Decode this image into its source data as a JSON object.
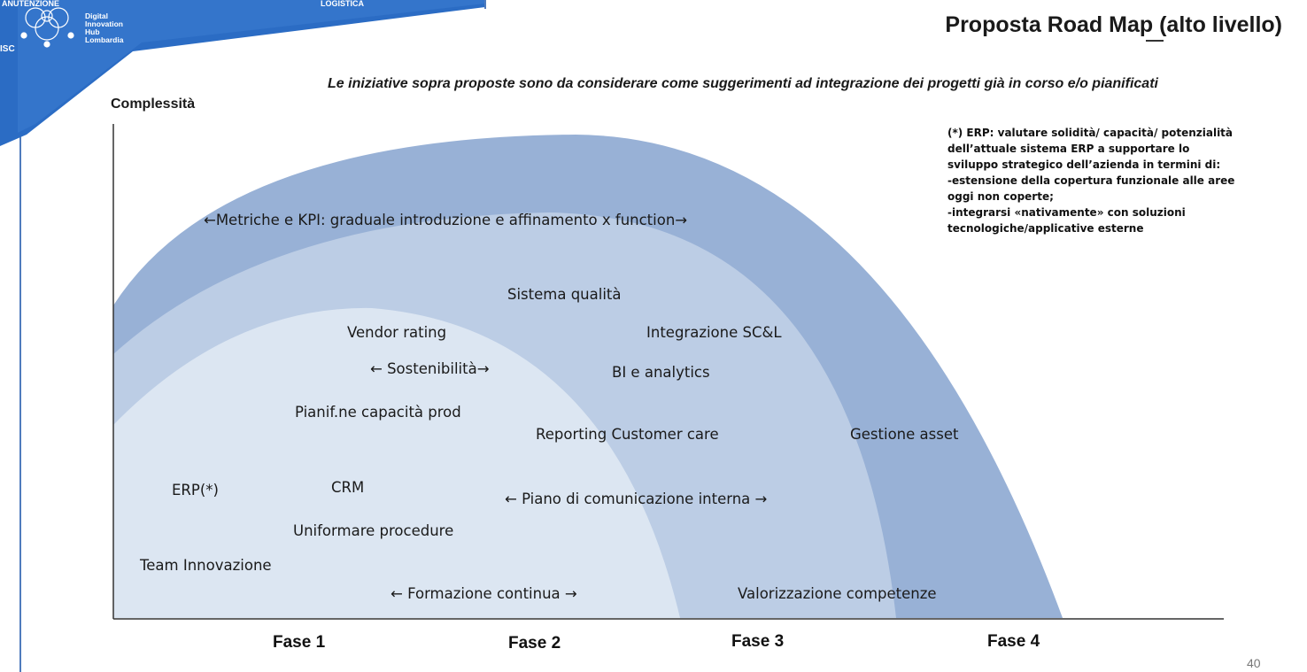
{
  "colors": {
    "arc_outer": "#98b1d6",
    "arc_middle": "#bccde5",
    "arc_inner": "#dce6f2",
    "header_blue": "#2b6cc4"
  },
  "header": {
    "tabs": [
      "ANUTENZIONE",
      "LOGISTICA"
    ],
    "side_label": "ISC",
    "logo_lines": [
      "Digital",
      "Innovation",
      "Hub",
      "Lombardia"
    ]
  },
  "title": "Proposta Road Map (alto livello)",
  "subtitle": "Le iniziative sopra proposte sono da considerare come suggerimenti ad integrazione dei progetti  già in corso e/o pianificati",
  "y_axis_label": "Complessità",
  "note_lines": [
    "(*) ERP: valutare solidità/ capacità/ potenzialità",
    "dell’attuale sistema ERP a supportare lo",
    "sviluppo strategico dell’azienda in termini di:",
    "-estensione della copertura funzionale alle aree",
    "oggi non coperte;",
    "-integrarsi «nativamente» con soluzioni",
    "tecnologiche/applicative esterne"
  ],
  "initiatives": {
    "metriche": "←Metriche e KPI: graduale introduzione e affinamento x function→",
    "sistema_qualita": "Sistema qualità",
    "vendor_rating": "Vendor rating",
    "integrazione": "Integrazione SC&L",
    "sostenibilita": "← Sostenibilità→",
    "bi": "BI e analytics",
    "pianif": "Pianif.ne capacità prod",
    "reporting": "Reporting Customer care",
    "gestione_asset": "Gestione asset",
    "erp": "ERP(*)",
    "crm": "CRM",
    "piano": "← Piano di comunicazione interna  →",
    "uniformare": "Uniformare procedure",
    "team": "Team Innovazione",
    "formazione": "← Formazione continua →",
    "valorizzazione": "Valorizzazione competenze"
  },
  "phases": [
    "Fase 1",
    "Fase 2",
    "Fase 3",
    "Fase 4"
  ],
  "page_number": "40"
}
